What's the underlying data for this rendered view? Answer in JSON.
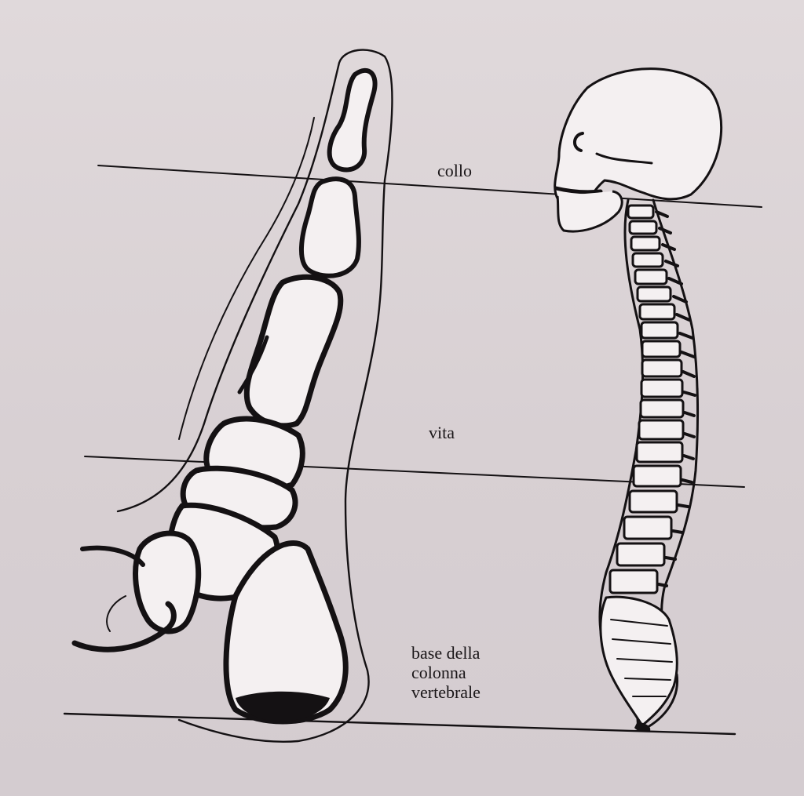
{
  "labels": {
    "neck": "collo",
    "waist": "vita",
    "spine_base": [
      "base della",
      "colonna",
      "vertebrale"
    ]
  },
  "colors": {
    "paper": "#dcd5d7",
    "ink": "#141113",
    "bone": "#f4f0f1"
  }
}
